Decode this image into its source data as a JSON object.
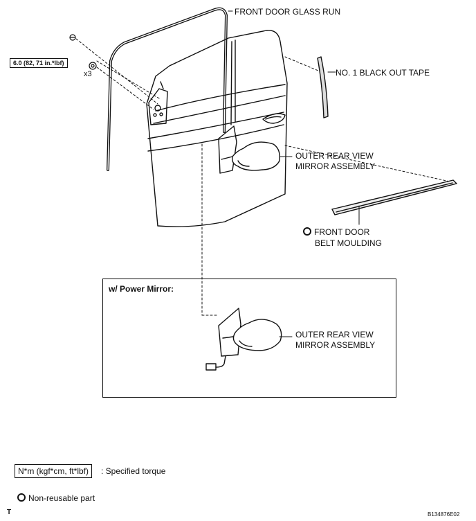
{
  "labels": {
    "glass_run": "FRONT DOOR GLASS RUN",
    "black_out_tape": "NO. 1 BLACK OUT TAPE",
    "mirror_line1": "OUTER REAR VIEW",
    "mirror_line2": "MIRROR ASSEMBLY",
    "belt_line1": "FRONT DOOR",
    "belt_line2": "BELT MOULDING",
    "torque": "6.0 (82, 71 in.*lbf)",
    "qty": "x3"
  },
  "inset": {
    "title": "w/ Power Mirror:",
    "mirror_line1": "OUTER REAR VIEW",
    "mirror_line2": "MIRROR ASSEMBLY"
  },
  "legend": {
    "torque_units": "N*m (kgf*cm, ft*lbf)",
    "torque_desc": ": Specified torque",
    "non_reusable": "Non-reusable part"
  },
  "footer": {
    "corner_mark": "T",
    "figure_id": "B134876E02"
  }
}
